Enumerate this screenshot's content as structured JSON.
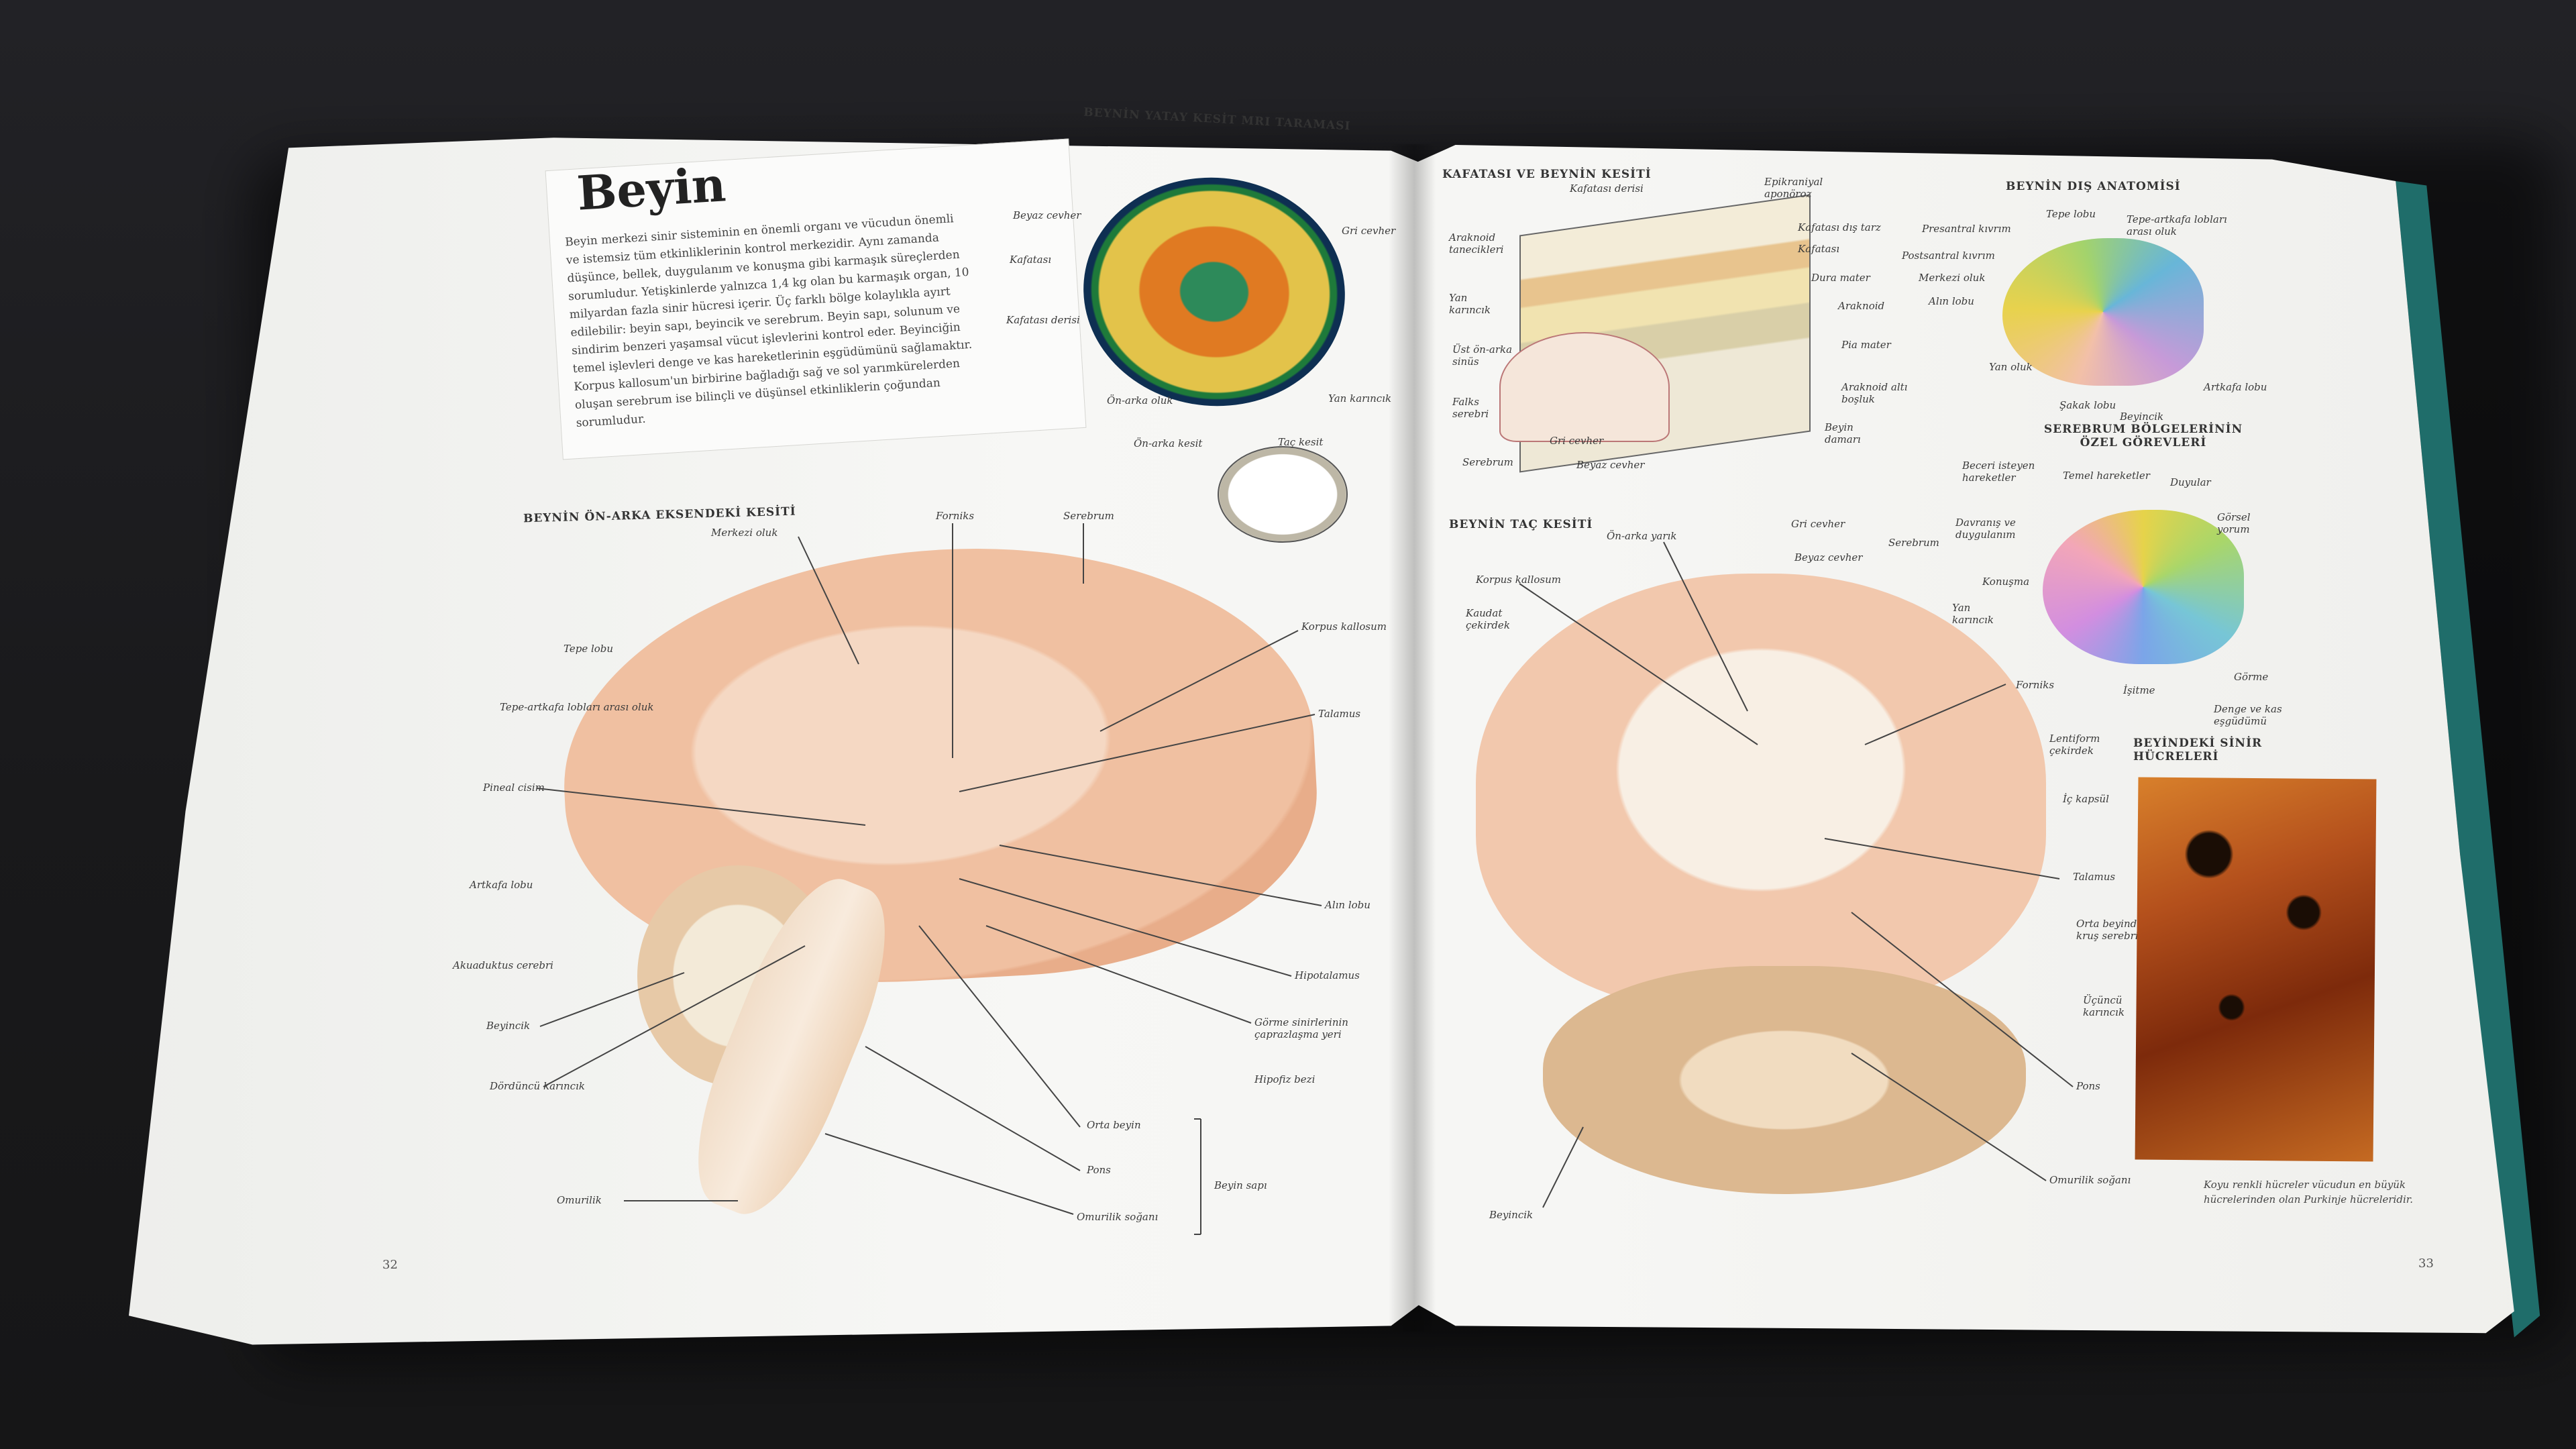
{
  "left_page": {
    "title": "Beyin",
    "intro": "Beyin merkezi sinir sisteminin en önemli organı ve vücudun önemli ve istemsiz tüm etkinliklerinin kontrol merkezidir. Aynı zamanda düşünce, bellek, duygulanım ve konuşma gibi karmaşık süreçlerden sorumludur. Yetişkinlerde yalnızca 1,4 kg olan bu karmaşık organ, 10 milyardan fazla sinir hücresi içerir. Üç farklı bölge kolaylıkla ayırt edilebilir: beyin sapı, beyincik ve serebrum. Beyin sapı, solunum ve sindirim benzeri yaşamsal vücut işlevlerini kontrol eder. Beyinciğin temel işlevleri denge ve kas hareketlerinin eşgüdümünü sağlamaktır. Korpus kallosum'un birbirine bağladığı sağ ve sol yarımkürelerden oluşan serebrum ise bilinçli ve düşünsel etkinliklerin çoğundan sorumludur.",
    "mri_header": "BEYNİN YATAY KESİT MRI TARAMASI",
    "mri_labels": [
      "Beyaz cevher",
      "Kafatası",
      "Kafatası derisi",
      "Ön-arka oluk",
      "Gri cevher",
      "Yan karıncık",
      "Ön-arka kesit",
      "Taç kesit"
    ],
    "sagittal_header": "BEYNİN ÖN-ARKA EKSENDEKİ KESİTİ",
    "sagittal_labels": [
      "Merkezi oluk",
      "Forniks",
      "Serebrum",
      "Tepe lobu",
      "Tepe-artkafa lobları arası oluk",
      "Korpus kallosum",
      "Talamus",
      "Pineal cisim",
      "Artkafa lobu",
      "Alın lobu",
      "Akuaduktus cerebri",
      "Hipotalamus",
      "Beyincik",
      "Görme sinirlerinin çaprazlaşma yeri",
      "Dördüncü karıncık",
      "Hipofiz bezi",
      "Orta beyin",
      "Pons",
      "Beyin sapı",
      "Omurilik",
      "Omurilik soğanı"
    ],
    "page_number": "32"
  },
  "right_page": {
    "skull_header": "KAFATASI VE BEYNİN KESİTİ",
    "skull_labels": [
      "Kafatası derisi",
      "Epikraniyal aponöroz",
      "Araknoid tanecikleri",
      "Kafatası dış tarz",
      "Kafatası",
      "Dura mater",
      "Araknoid",
      "Yan karıncık",
      "Pia mater",
      "Üst ön-arka sinüs",
      "Falks serebri",
      "Araknoid altı boşluk",
      "Beyin damarı",
      "Gri cevher",
      "Serebrum",
      "Beyaz cevher"
    ],
    "outer_header": "BEYNİN DIŞ ANATOMİSİ",
    "outer_labels": [
      "Tepe lobu",
      "Presantral kıvrım",
      "Tepe-artkafa lobları arası oluk",
      "Postsantral kıvrım",
      "Merkezi oluk",
      "Alın lobu",
      "Yan oluk",
      "Şakak lobu",
      "Artkafa lobu",
      "Beyincik"
    ],
    "functions_header": "SEREBRUM BÖLGELERİNİN ÖZEL GÖREVLERİ",
    "functions_labels": [
      "Beceri isteyen hareketler",
      "Temel hareketler",
      "Duyular",
      "Davranış ve duygulanım",
      "Görsel yorum",
      "Konuşma",
      "İşitme",
      "Görme",
      "Denge ve kas eşgüdümü"
    ],
    "coronal_header": "BEYNİN TAÇ KESİTİ",
    "coronal_labels": [
      "Ön-arka yarık",
      "Gri cevher",
      "Beyaz cevher",
      "Serebrum",
      "Korpus kallosum",
      "Kaudat çekirdek",
      "Yan karıncık",
      "Forniks",
      "Lentiform çekirdek",
      "İç kapsül",
      "Talamus",
      "Orta beyinde kruş serebri",
      "Üçüncü karıncık",
      "Pons",
      "Omurilik soğanı",
      "Beyincik"
    ],
    "cells_header": "BEYİNDEKİ SİNİR HÜCRELERİ",
    "cells_caption": "Koyu renkli hücreler vücudun en büyük hücrelerinden olan Purkinje hücreleridir.",
    "page_number": "33"
  },
  "colors": {
    "page": "#f6f6f4",
    "cover_edge": "#1f6d6a",
    "brain_tissue": "#f0c4a8",
    "background": "#1b1b1d"
  }
}
